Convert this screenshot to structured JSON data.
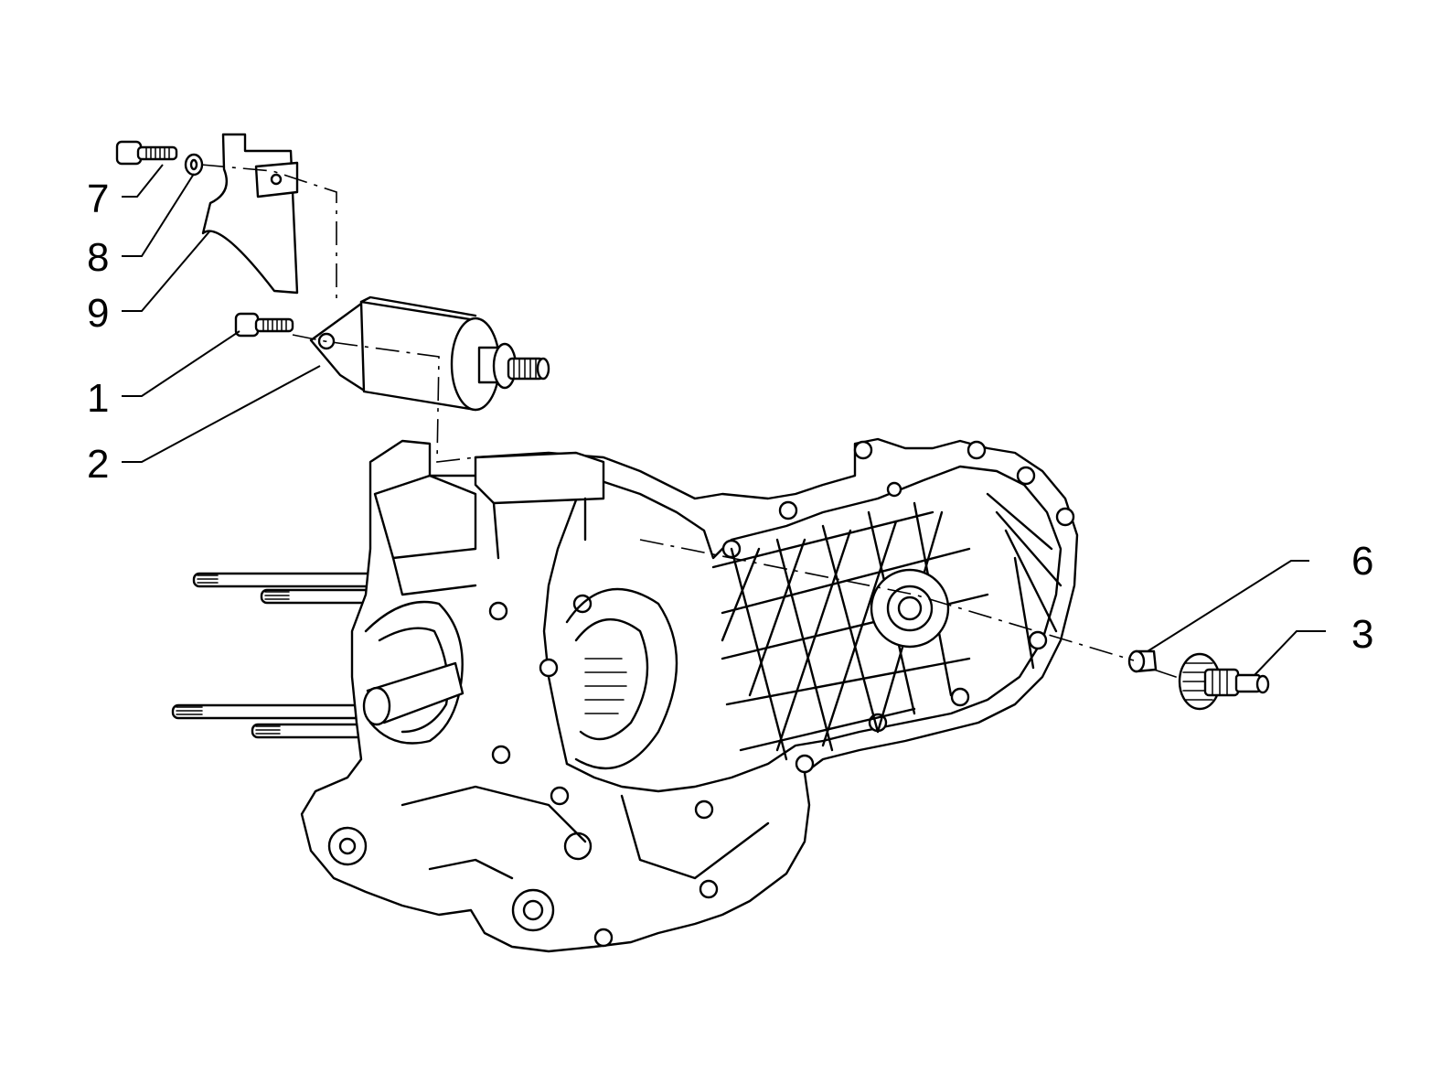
{
  "callouts": [
    {
      "id": "1",
      "label": "1"
    },
    {
      "id": "2",
      "label": "2"
    },
    {
      "id": "3",
      "label": "3"
    },
    {
      "id": "6",
      "label": "6"
    },
    {
      "id": "7",
      "label": "7"
    },
    {
      "id": "8",
      "label": "8"
    },
    {
      "id": "9",
      "label": "9"
    }
  ]
}
